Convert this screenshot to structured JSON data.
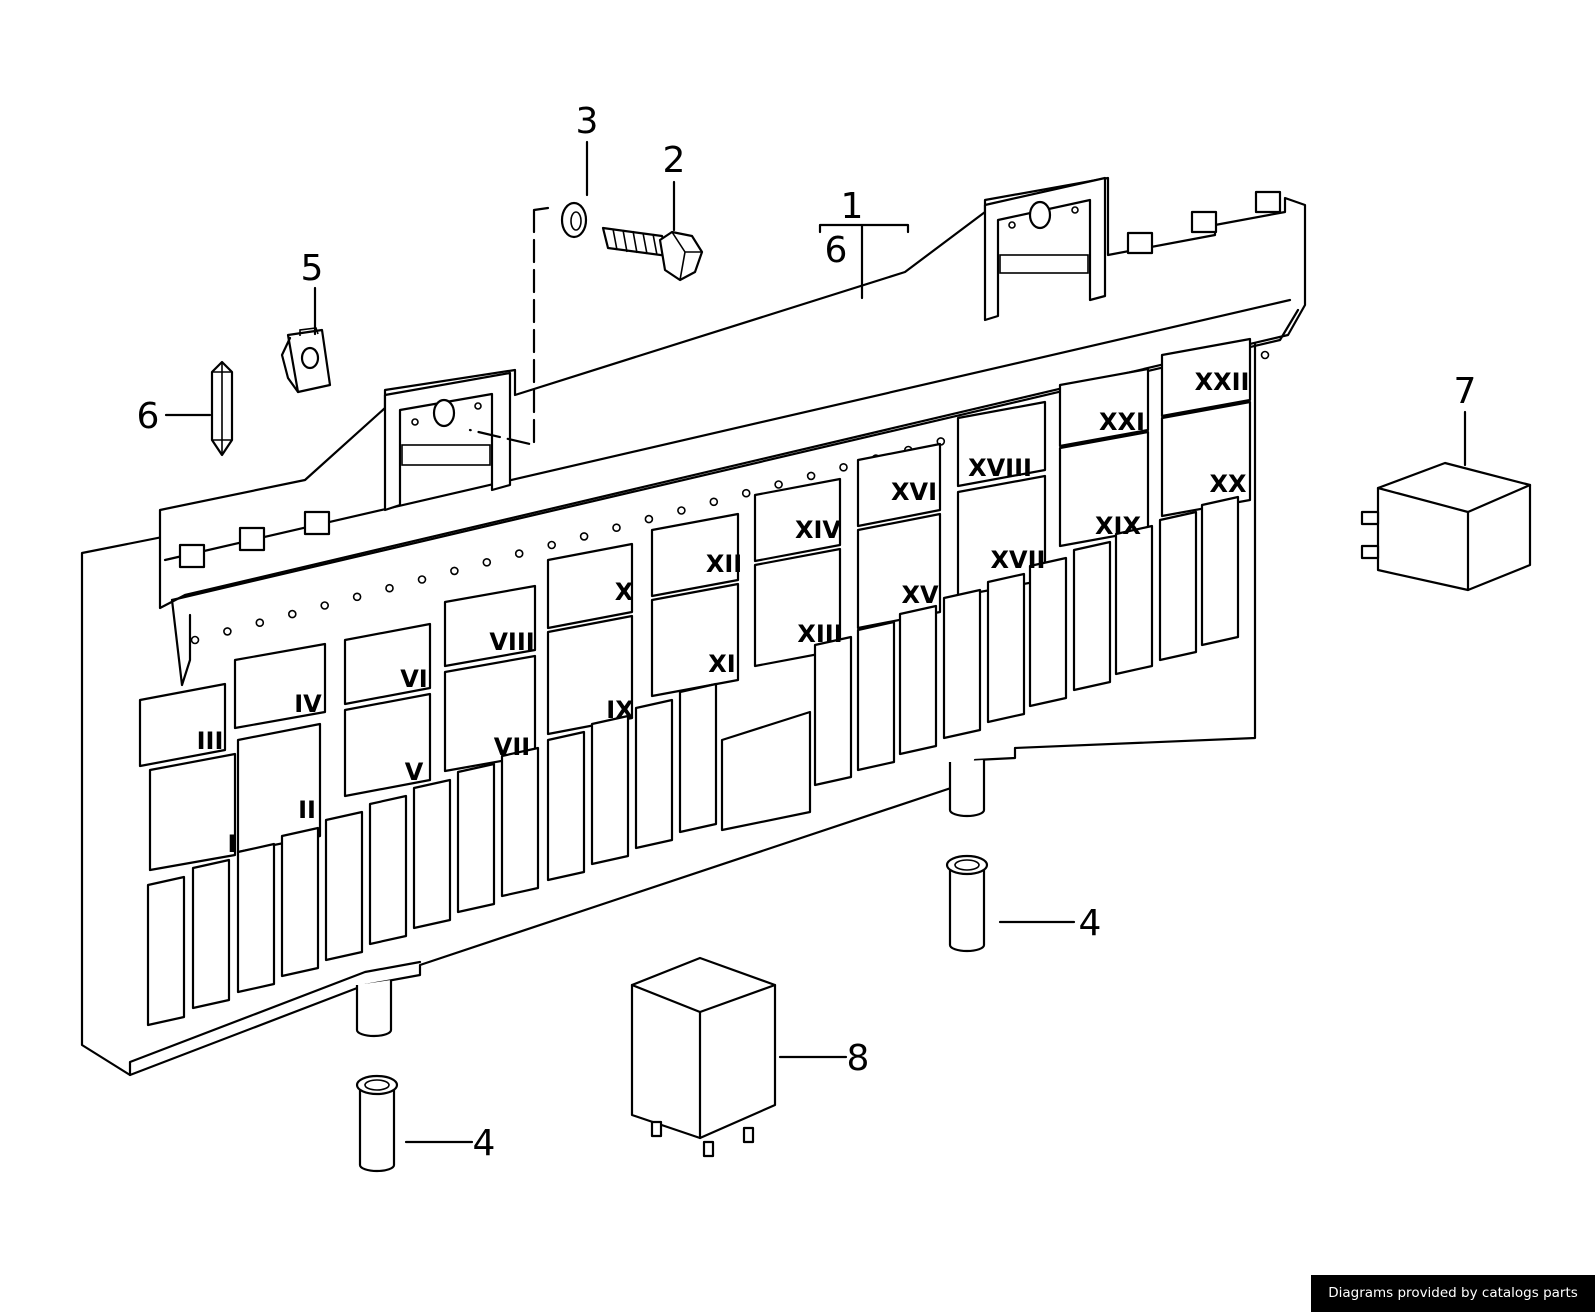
{
  "callouts": {
    "c1": "1",
    "c2": "2",
    "c3": "3",
    "c4a": "4",
    "c4b": "4",
    "c5": "5",
    "c6a": "6",
    "c6b": "6",
    "c7": "7",
    "c8": "8"
  },
  "relay_labels": {
    "r1": "I",
    "r2": "II",
    "r3": "III",
    "r4": "IV",
    "r5": "V",
    "r6": "VI",
    "r7": "VII",
    "r8": "VIII",
    "r9": "IX",
    "r10": "X",
    "r11": "XI",
    "r12": "XII",
    "r13": "XIII",
    "r14": "XIV",
    "r15": "XV",
    "r16": "XVI",
    "r17": "XVII",
    "r18": "XVIII",
    "r19": "XIX",
    "r20": "XX",
    "r21": "XXI",
    "r22": "XXII"
  },
  "footer": {
    "credit": "Diagrams provided by catalogs parts"
  }
}
